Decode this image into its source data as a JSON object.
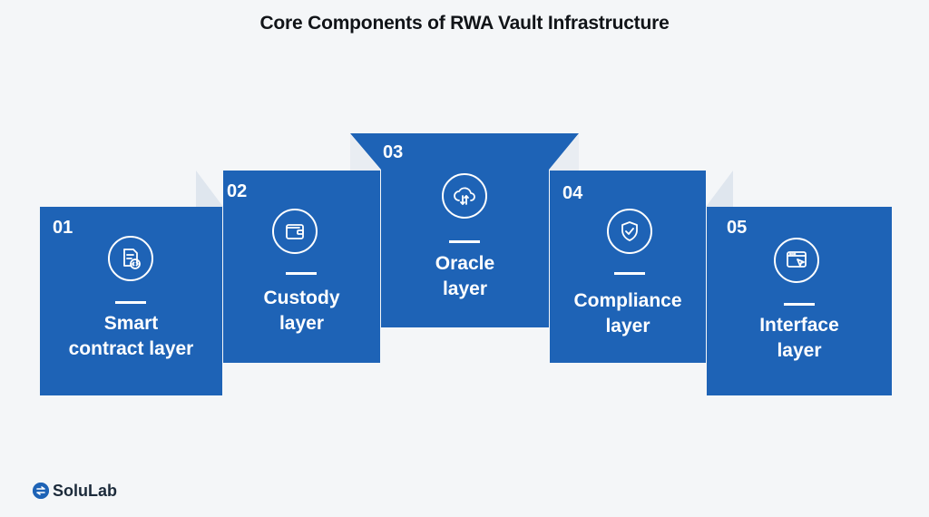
{
  "title": "Core Components of RWA Vault Infrastructure",
  "colors": {
    "card_blue": "#1e63b6",
    "fold_light": "#dfe6ee",
    "background": "#f4f6f8"
  },
  "cards": [
    {
      "number": "01",
      "label_line1": "Smart",
      "label_line2": "contract layer",
      "icon": "smart-contract-code-icon"
    },
    {
      "number": "02",
      "label_line1": "Custody",
      "label_line2": "layer",
      "icon": "wallet-icon"
    },
    {
      "number": "03",
      "label_line1": "Oracle",
      "label_line2": "layer",
      "icon": "cloud-sync-icon"
    },
    {
      "number": "04",
      "label_line1": "Compliance",
      "label_line2": "layer",
      "icon": "shield-check-icon"
    },
    {
      "number": "05",
      "label_line1": "Interface",
      "label_line2": "layer",
      "icon": "browser-cursor-icon"
    }
  ],
  "brand": {
    "name": "SoluLab"
  }
}
